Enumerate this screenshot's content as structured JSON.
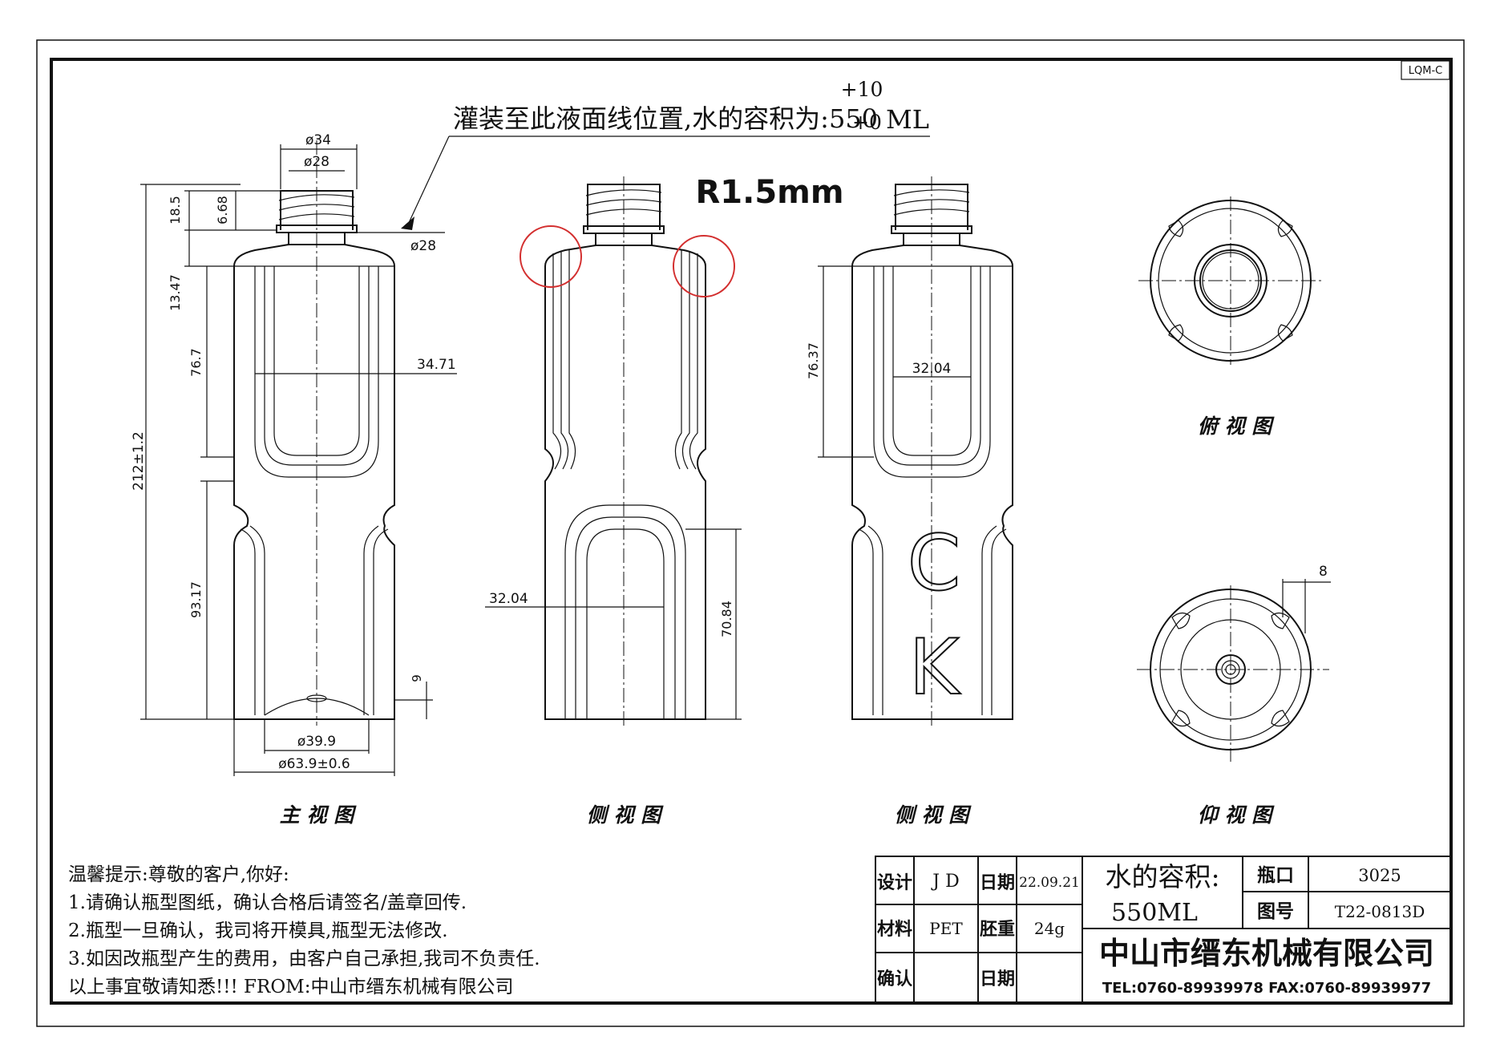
{
  "corner_code": "LQM-C",
  "fill_note": {
    "tolerance_upper": "+10",
    "text": "灌装至此液面线位置,水的容积为:550",
    "tolerance_lower": "+0",
    "unit": "ML"
  },
  "callout": "R1.5mm",
  "callout_color": "#d32f2f",
  "front_dims": {
    "d34": "ø34",
    "d28_top": "ø28",
    "d28_neck": "ø28",
    "h18_5": "18.5",
    "h6_68": "6.68",
    "h13_47": "13.47",
    "h76_7": "76.7",
    "w34_71": "34.71",
    "h212": "212±1.2",
    "h93_17": "93.17",
    "h9": "9",
    "d39_9": "ø39.9",
    "d63_9": "ø63.9±0.6"
  },
  "side1_dims": {
    "w32_04": "32.04",
    "h70_84": "70.84"
  },
  "side2_dims": {
    "h76_37": "76.37",
    "w32_04": "32.04",
    "letter_c": "C",
    "letter_k": "K"
  },
  "bottom_dims": {
    "d8": "8"
  },
  "view_labels": {
    "front": "主 视 图",
    "side1": "侧 视 图",
    "side2": "侧 视 图",
    "top": "俯 视 图",
    "bottom": "仰 视 图"
  },
  "notes": [
    "温馨提示:尊敬的客户,你好:",
    "1.请确认瓶型图纸，确认合格后请签名/盖章回传.",
    "2.瓶型一旦确认，我司将开模具,瓶型无法修改.",
    "3.如因改瓶型产生的费用，由客户自己承担,我司不负责任.",
    "以上事宜敬请知悉!!!  FROM:中山市缙东机械有限公司"
  ],
  "title_block": {
    "design_label": "设计",
    "design_value": "J D",
    "date_label": "日期",
    "date_value": "22.09.21",
    "material_label": "材料",
    "material_value": "PET",
    "preform_label": "胚重",
    "preform_value": "24g",
    "confirm_label": "确认",
    "confirm_value": "",
    "date2_label": "日期",
    "date2_value": "",
    "volume_label": "水的容积:",
    "volume_value": "550ML",
    "neck_label": "瓶口",
    "neck_value": "3025",
    "drawing_no_label": "图号",
    "drawing_no_value": "T22-0813D",
    "company": "中山市缙东机械有限公司",
    "contact": "TEL:0760-89939978  FAX:0760-89939977"
  }
}
